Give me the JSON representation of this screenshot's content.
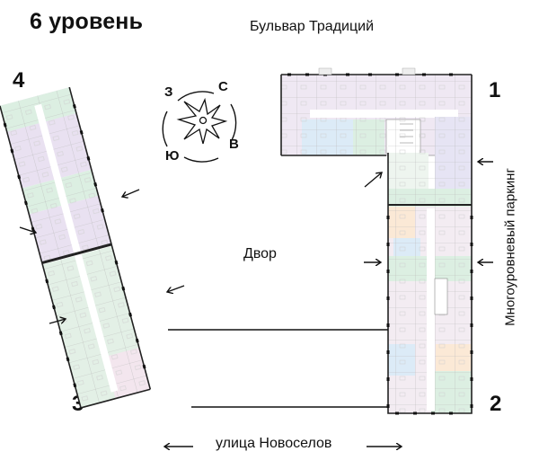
{
  "header": {
    "title": "6 уровень",
    "street_top": "Бульвар Традиций"
  },
  "compass": {
    "north": "С",
    "east": "В",
    "south": "Ю",
    "west": "З",
    "icon": "compass-rose-icon"
  },
  "sections": [
    {
      "number": "1",
      "label": "1"
    },
    {
      "number": "2",
      "label": "2"
    },
    {
      "number": "3",
      "label": "3"
    },
    {
      "number": "4",
      "label": "4"
    }
  ],
  "labels": {
    "yard": "Двор",
    "parking": "Многоуровневый паркинг",
    "street_bottom": "улица Новоселов"
  },
  "colors": {
    "apartment_green": "#dcefe2",
    "apartment_purple": "#e9e1f1",
    "apartment_blue": "#dcebf7",
    "apartment_peach": "#fbe9d6",
    "apartment_pink": "#f3e6ee",
    "wall": "#222222",
    "corridor": "#ffffff"
  },
  "arrows": {
    "entrance_icon": "arrow-icon",
    "count": 8
  }
}
